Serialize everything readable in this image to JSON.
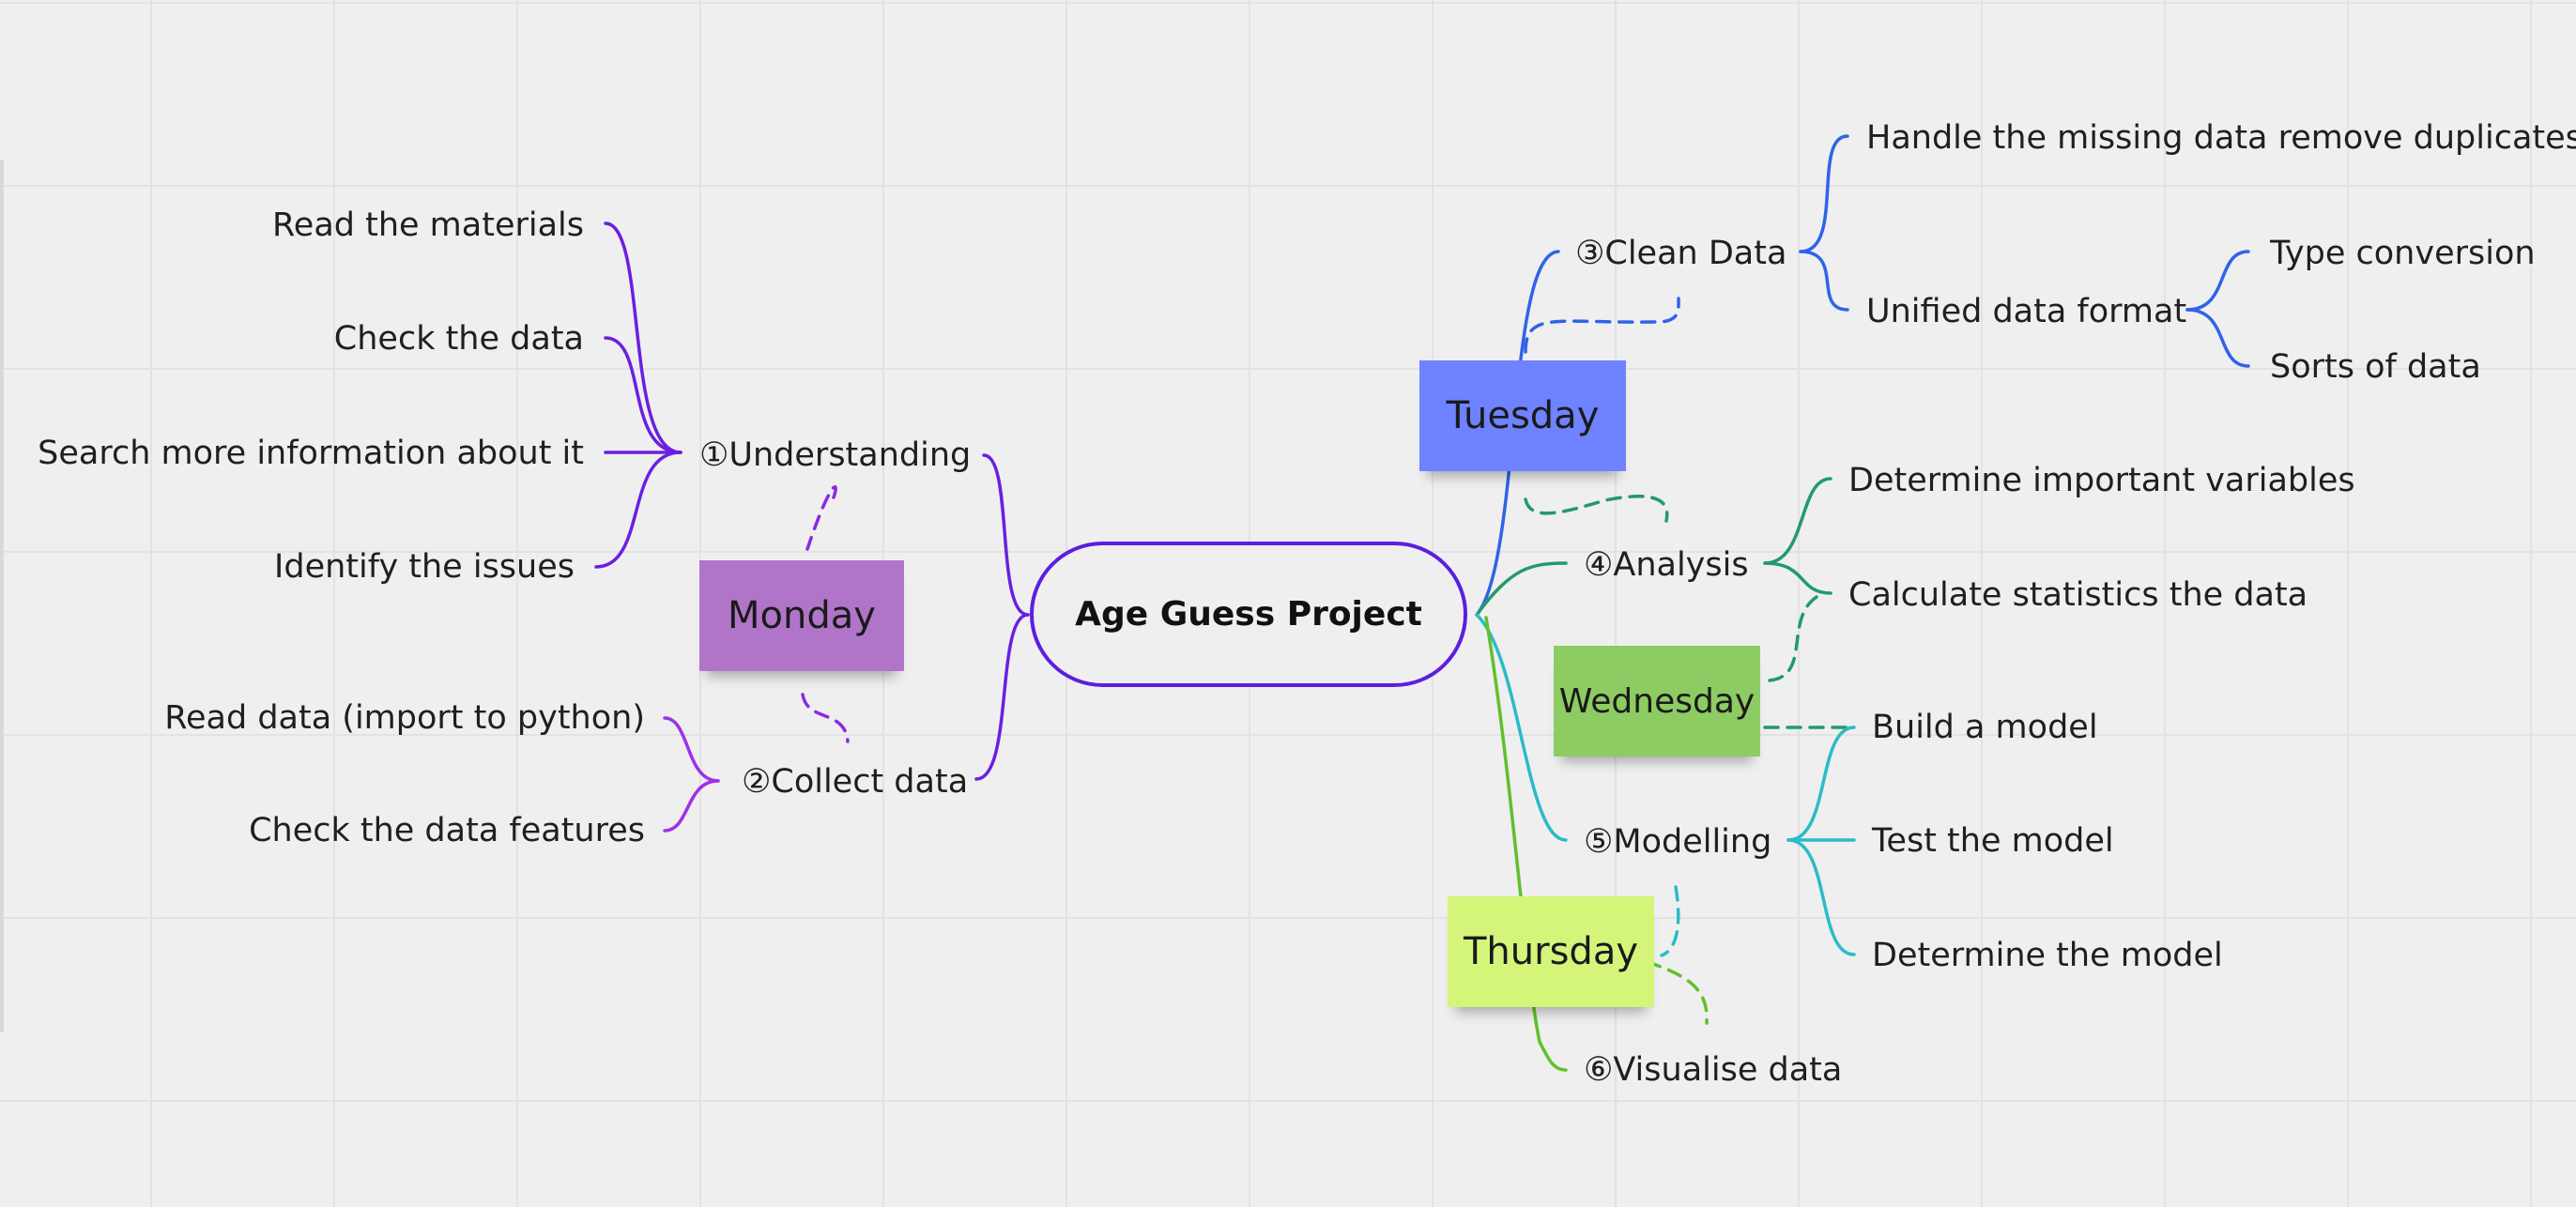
{
  "center": {
    "label": "Age Guess Project"
  },
  "colors": {
    "monday": "#6b1fe0",
    "collect": "#a030e8",
    "tuesday": "#2f63e8",
    "wednesday": "#229a6a",
    "thursday": "#62c02a",
    "modelling": "#2bbbc8"
  },
  "stickies": {
    "monday": {
      "label": "Monday",
      "color": "#b075c9"
    },
    "tuesday": {
      "label": "Tuesday",
      "color": "#6f82ff"
    },
    "wednesday": {
      "label": "Wednesday",
      "color": "#8ccc62"
    },
    "thursday": {
      "label": "Thursday",
      "color": "#d4f57a"
    }
  },
  "branches": {
    "understanding": {
      "label": "①Understanding",
      "children": [
        "Read the materials",
        "Check the data",
        "Search more information about it",
        "Identify the issues"
      ]
    },
    "collect": {
      "label": "②Collect data",
      "children": [
        "Read data (import to python)",
        "Check the data features"
      ]
    },
    "clean": {
      "label": "③Clean Data",
      "children": [
        "Handle the missing data remove duplicates",
        "Unified data format"
      ],
      "grandchildren": [
        "Type conversion",
        "Sorts of data"
      ]
    },
    "analysis": {
      "label": "④Analysis",
      "children": [
        "Determine important variables",
        "Calculate statistics the data"
      ]
    },
    "modelling": {
      "label": "⑤Modelling",
      "children": [
        "Build a model",
        "Test the model",
        "Determine the model"
      ]
    },
    "visualise": {
      "label": "⑥Visualise data"
    }
  }
}
